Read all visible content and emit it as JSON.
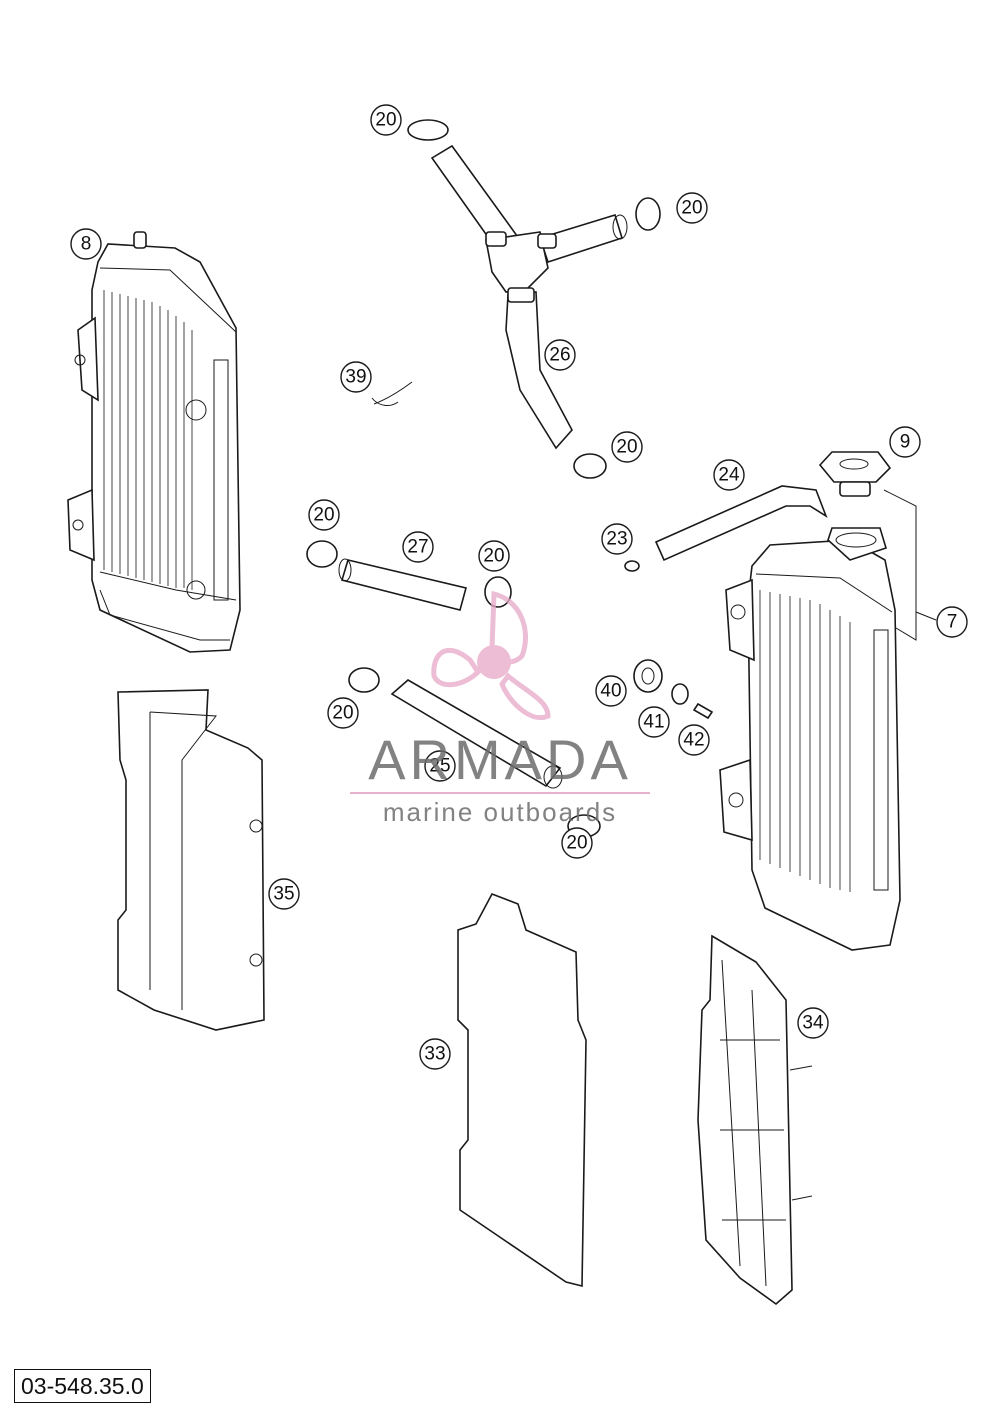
{
  "diagram": {
    "reference_code": "03-548.35.0",
    "watermark": {
      "title": "ARMADA",
      "subtitle": "marine outboards",
      "logo": "propeller-logo",
      "accent_color": "#e6a8c8",
      "text_color": "#6d6d6d"
    },
    "callouts": [
      {
        "id": "c1",
        "label": "20"
      },
      {
        "id": "c2",
        "label": "20"
      },
      {
        "id": "c3",
        "label": "8"
      },
      {
        "id": "c4",
        "label": "26"
      },
      {
        "id": "c5",
        "label": "39"
      },
      {
        "id": "c6",
        "label": "20"
      },
      {
        "id": "c7",
        "label": "9"
      },
      {
        "id": "c8",
        "label": "24"
      },
      {
        "id": "c9",
        "label": "20"
      },
      {
        "id": "c10",
        "label": "27"
      },
      {
        "id": "c11",
        "label": "20"
      },
      {
        "id": "c12",
        "label": "23"
      },
      {
        "id": "c13",
        "label": "7"
      },
      {
        "id": "c14",
        "label": "40"
      },
      {
        "id": "c15",
        "label": "41"
      },
      {
        "id": "c16",
        "label": "42"
      },
      {
        "id": "c17",
        "label": "20"
      },
      {
        "id": "c18",
        "label": "25"
      },
      {
        "id": "c19",
        "label": "20"
      },
      {
        "id": "c20",
        "label": "35"
      },
      {
        "id": "c21",
        "label": "34"
      },
      {
        "id": "c22",
        "label": "33"
      }
    ]
  }
}
